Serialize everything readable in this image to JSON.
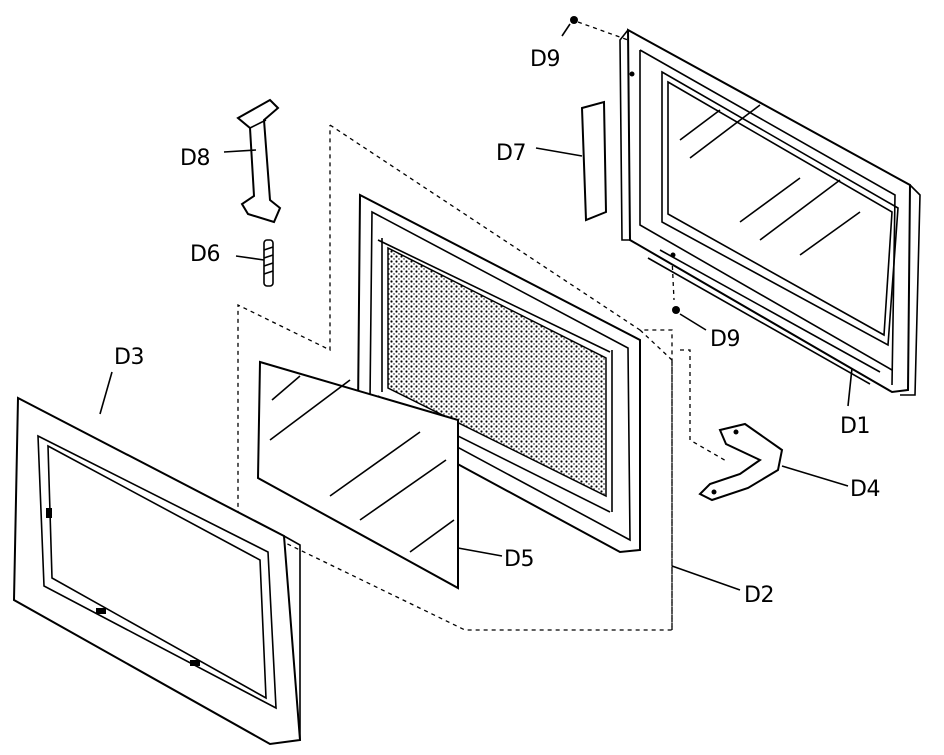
{
  "labels": {
    "d1": "D1",
    "d2": "D2",
    "d3": "D3",
    "d4": "D4",
    "d5": "D5",
    "d6": "D6",
    "d7": "D7",
    "d8": "D8",
    "d9_top": "D9",
    "d9_mid": "D9"
  }
}
